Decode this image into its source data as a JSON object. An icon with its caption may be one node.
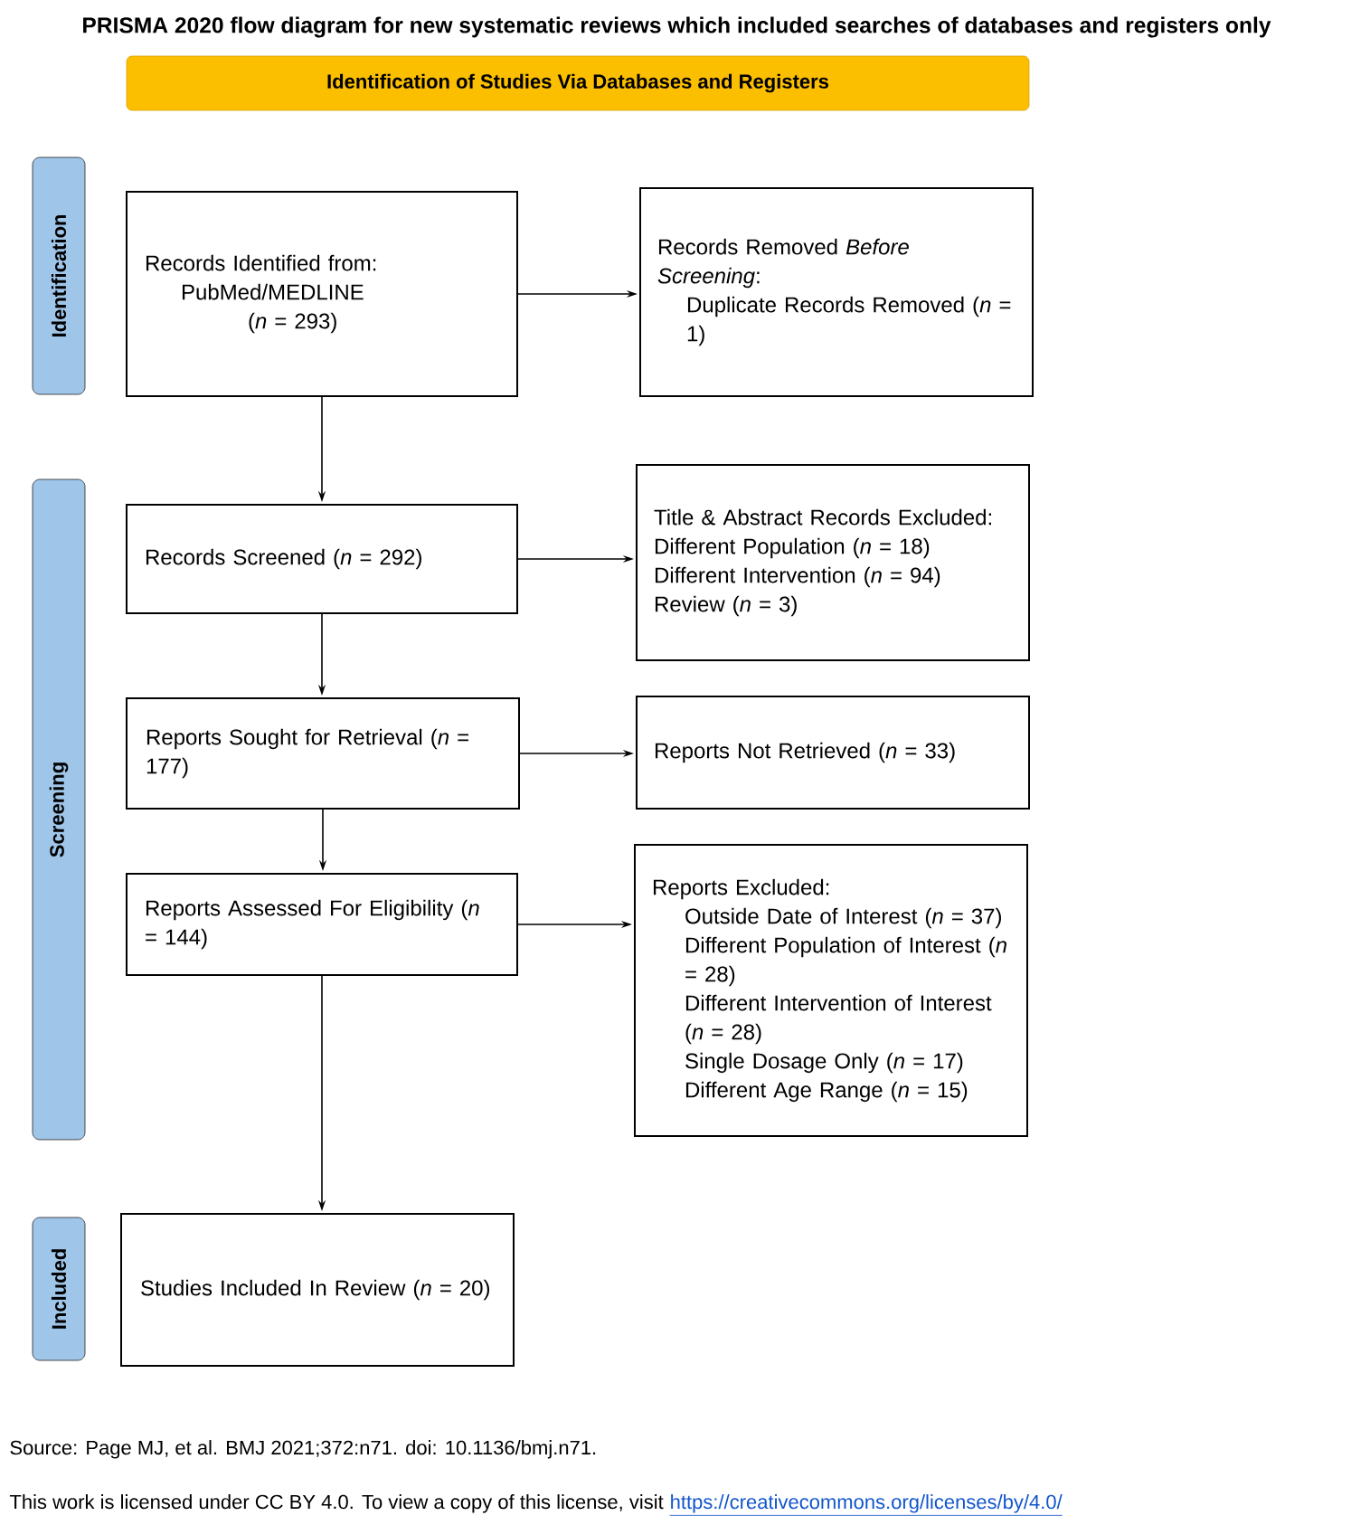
{
  "diagram": {
    "title": "PRISMA 2020 flow diagram for new systematic reviews which included searches of databases and registers only",
    "nodes": [
      {
        "text": [
          "Identification of Studies Via Databases and Registers"
        ]
      },
      {
        "text": [
          "Identification"
        ]
      },
      {
        "text": [
          "Screening"
        ]
      },
      {
        "text": [
          "Included"
        ]
      },
      {
        "text": [
          "Records Identified from:",
          "PubMed/MEDLINE",
          "(*n* = 293)"
        ]
      },
      {
        "text": [
          "Records Removed *Before Screening*:",
          "Duplicate Records Removed (*n* = 1)"
        ]
      },
      {
        "text": [
          "Records Screened (*n* = 292)"
        ]
      },
      {
        "text": [
          "Title & Abstract Records Excluded:",
          "Different Population (*n* = 18)",
          "Different Intervention (*n* = 94)",
          "Review (*n* = 3)"
        ]
      },
      {
        "text": [
          "Reports Sought for Retrieval (*n* = 177)"
        ]
      },
      {
        "text": [
          "Reports Not Retrieved (*n* = 33)"
        ]
      },
      {
        "text": [
          "Reports Assessed For Eligibility (*n* = 144)"
        ]
      },
      {
        "text": [
          "Reports Excluded:",
          "Outside Date of Interest (*n* = 37)",
          "Different Population of Interest (*n* = 28)",
          "Different Intervention of Interest (*n* = 28)",
          "Single Dosage Only (*n* = 17)",
          "Different Age Range (*n* = 15)"
        ]
      },
      {
        "text": [
          "Studies Included In Review (*n* = 20)"
        ]
      }
    ],
    "edges": [
      {
        "from": 4,
        "to": 5,
        "arrow": "to"
      },
      {
        "from": 4,
        "to": 6,
        "arrow": "to"
      },
      {
        "from": 6,
        "to": 7,
        "arrow": "to"
      },
      {
        "from": 6,
        "to": 8,
        "arrow": "to"
      },
      {
        "from": 8,
        "to": 9,
        "arrow": "to"
      },
      {
        "from": 8,
        "to": 10,
        "arrow": "to"
      },
      {
        "from": 10,
        "to": 11,
        "arrow": "to"
      },
      {
        "from": 10,
        "to": 12,
        "arrow": "to"
      }
    ],
    "labels": [
      "Source: Page MJ, et al. BMJ 2021;372:n71. doi: 10.1136/bmj.n71.",
      "This work is licensed under CC BY 4.0. To view a copy of this license, visit",
      "https://creativecommons.org/licenses/by/4.0/"
    ]
  }
}
